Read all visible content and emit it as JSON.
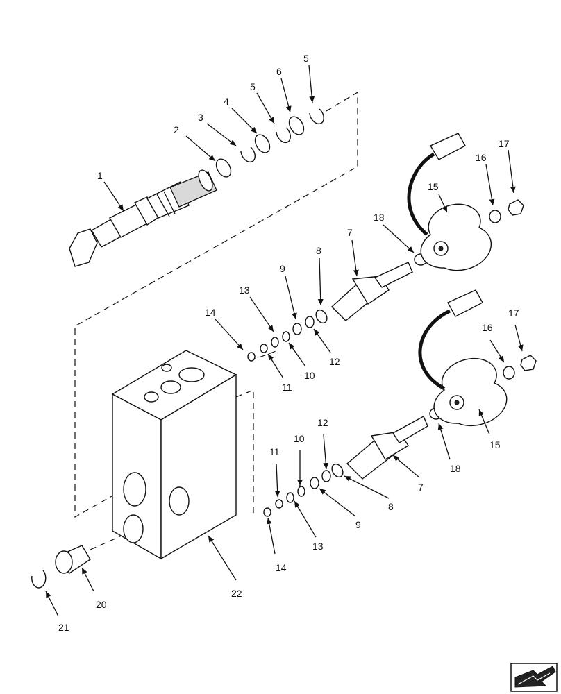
{
  "diagram": {
    "callouts": [
      "1",
      "2",
      "3",
      "4",
      "5",
      "6",
      "5",
      "7",
      "18",
      "15",
      "16",
      "17",
      "8",
      "9",
      "13",
      "14",
      "11",
      "10",
      "12",
      "7",
      "8",
      "9",
      "13",
      "14",
      "11",
      "10",
      "12",
      "15",
      "16",
      "17",
      "18",
      "20",
      "21",
      "22"
    ],
    "nav_icon": "arrow-corner-icon"
  }
}
